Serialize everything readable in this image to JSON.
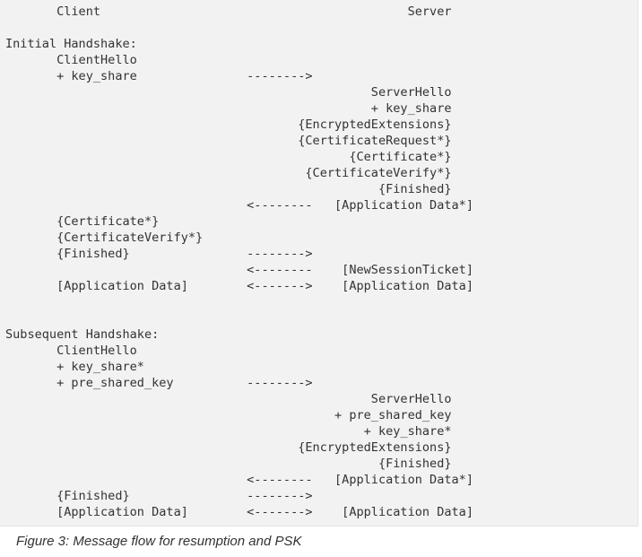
{
  "diagram": {
    "lines": [
      "       Client                                          Server",
      "",
      "Initial Handshake:",
      "       ClientHello",
      "       + key_share               -------->",
      "                                                  ServerHello",
      "                                                  + key_share",
      "                                        {EncryptedExtensions}",
      "                                        {CertificateRequest*}",
      "                                               {Certificate*}",
      "                                         {CertificateVerify*}",
      "                                                   {Finished}",
      "                                 <--------   [Application Data*]",
      "       {Certificate*}",
      "       {CertificateVerify*}",
      "       {Finished}                -------->",
      "                                 <--------    [NewSessionTicket]",
      "       [Application Data]        <------->    [Application Data]",
      "",
      "",
      "Subsequent Handshake:",
      "       ClientHello",
      "       + key_share*",
      "       + pre_shared_key          -------->",
      "                                                  ServerHello",
      "                                             + pre_shared_key",
      "                                                 + key_share*",
      "                                        {EncryptedExtensions}",
      "                                                   {Finished}",
      "                                 <--------   [Application Data*]",
      "       {Finished}                -------->",
      "       [Application Data]        <------->    [Application Data]"
    ]
  },
  "caption": "Figure 3: Message flow for resumption and PSK"
}
